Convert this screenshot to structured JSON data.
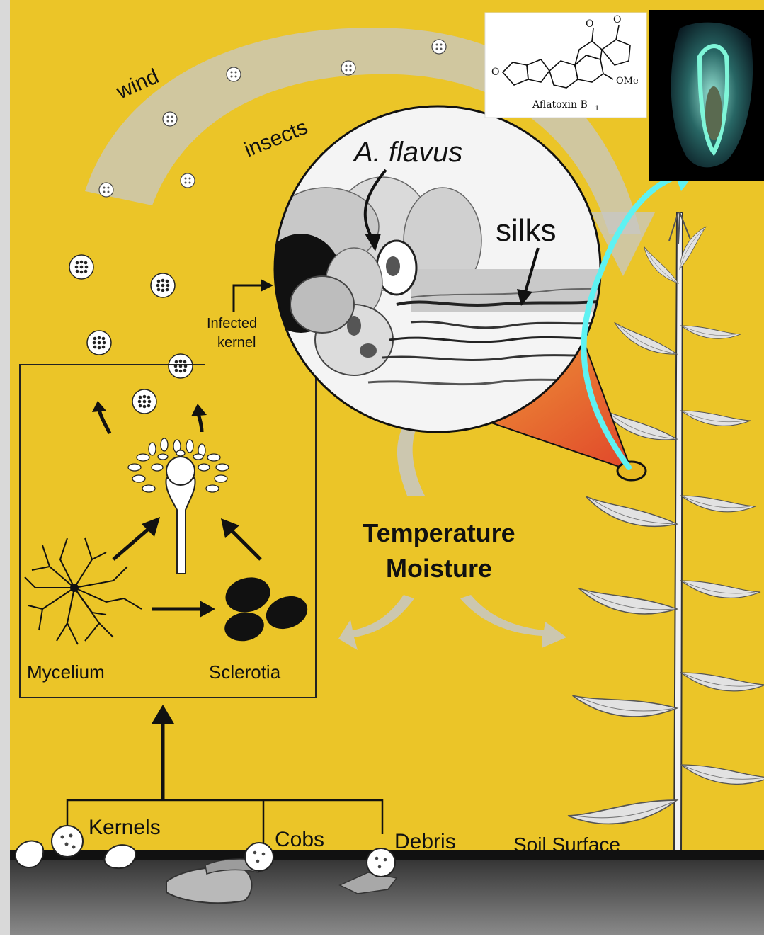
{
  "labels": {
    "wind": "wind",
    "insects": "insects",
    "a_flavus": "A. flavus",
    "silks": "silks",
    "infected_kernel_line1": "Infected",
    "infected_kernel_line2": "kernel",
    "temperature": "Temperature",
    "moisture": "Moisture",
    "mycelium": "Mycelium",
    "sclerotia": "Sclerotia",
    "kernels": "Kernels",
    "cobs": "Cobs",
    "debris": "Debris",
    "soil_surface": "Soil Surface"
  },
  "chemical": {
    "name": "Aflatoxin B",
    "subscript": "1",
    "oxygen": "O",
    "methoxy": "OMe"
  },
  "colors": {
    "background": "#EBC528",
    "soil": "#3A3A3A",
    "highlight_arrow": "#5EF2F2",
    "cone": "#E2552A"
  },
  "icons": {
    "spore": "spore-icon",
    "corn_plant": "corn-plant-icon",
    "fluorescent_kernel": "fluorescent-kernel-photo"
  }
}
